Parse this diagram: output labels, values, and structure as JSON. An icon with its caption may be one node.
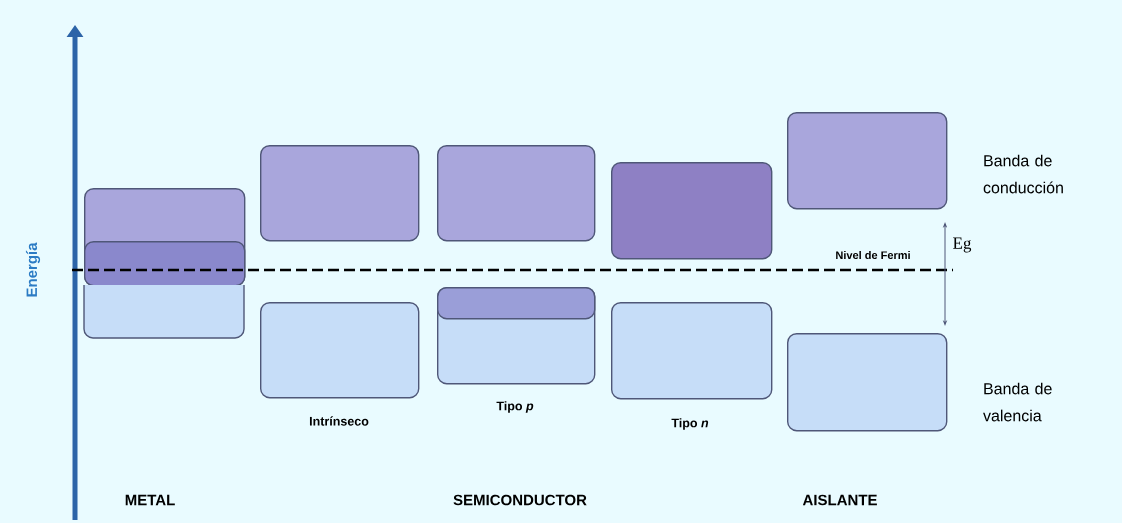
{
  "diagram": {
    "nodes": [
      {
        "text": [],
        "shape": "box"
      },
      {
        "text": [],
        "shape": "box",
        "in": 0
      },
      {
        "text": [],
        "shape": "box"
      },
      {
        "text": [],
        "shape": "box"
      },
      {
        "text": [],
        "shape": "box",
        "beside": [
          "Intrínseco"
        ]
      },
      {
        "text": [],
        "shape": "box"
      },
      {
        "text": [],
        "shape": "box",
        "beside": [
          "Tipo *p*"
        ]
      },
      {
        "text": [],
        "shape": "box",
        "in": 6
      },
      {
        "text": [],
        "shape": "box"
      },
      {
        "text": [],
        "shape": "box",
        "beside": [
          "Tipo *n*"
        ]
      },
      {
        "text": [],
        "shape": "box",
        "beside": [
          "Banda de conducción"
        ]
      },
      {
        "text": [],
        "shape": "box",
        "beside": [
          "Banda de valencia"
        ]
      }
    ],
    "labels": [
      "Energía",
      "Eg",
      "Nivel de Fermi",
      "METAL",
      "SEMICONDUCTOR",
      "AISLANTE"
    ]
  }
}
